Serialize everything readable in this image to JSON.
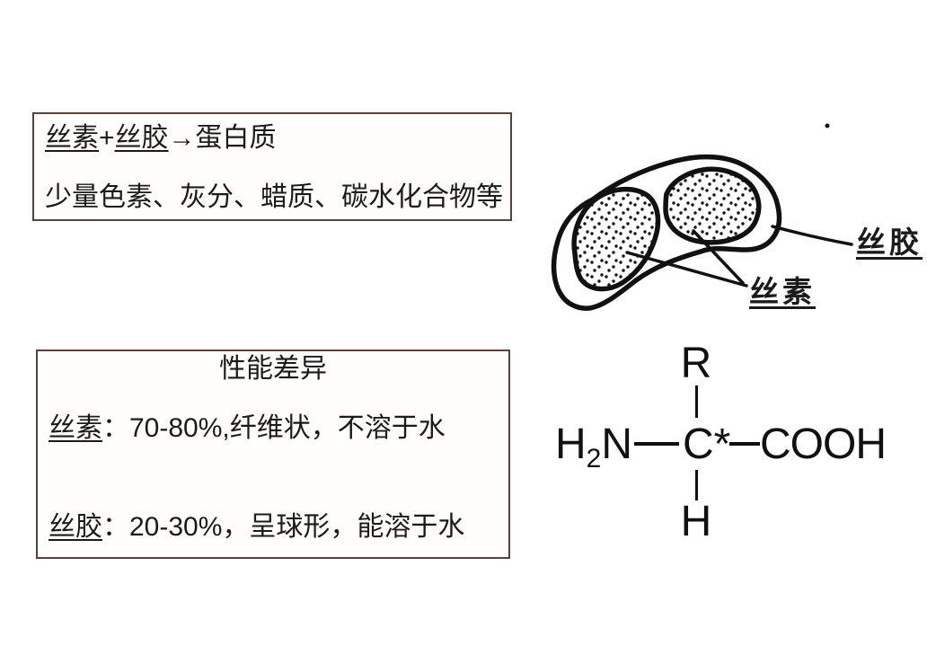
{
  "colors": {
    "box_border": "#55433c",
    "ink": "#1b1b1b",
    "background": "#ffffff"
  },
  "composition_box": {
    "line1": {
      "fibroin_term": "丝素",
      "plus": "+",
      "sericin_term": "丝胶",
      "arrow_result": "→蛋白质"
    },
    "line2": "少量色素、灰分、蜡质、碳水化合物等"
  },
  "properties_box": {
    "title": "性能差异",
    "fibroin_row": {
      "term": "丝素",
      "desc": "：70-80%,纤维状，不溶于水"
    },
    "sericin_row": {
      "term": "丝胶",
      "desc": "：20-30%，呈球形，能溶于水"
    }
  },
  "fiber_diagram": {
    "sericin_label": "丝胶",
    "fibroin_label": "丝素"
  },
  "amino_acid": {
    "r_group": "R",
    "amine_h": "H",
    "amine_sub": "2",
    "amine_n": "N",
    "alpha_carbon": "C*",
    "carboxyl": "COOH",
    "hydrogen": "H"
  }
}
